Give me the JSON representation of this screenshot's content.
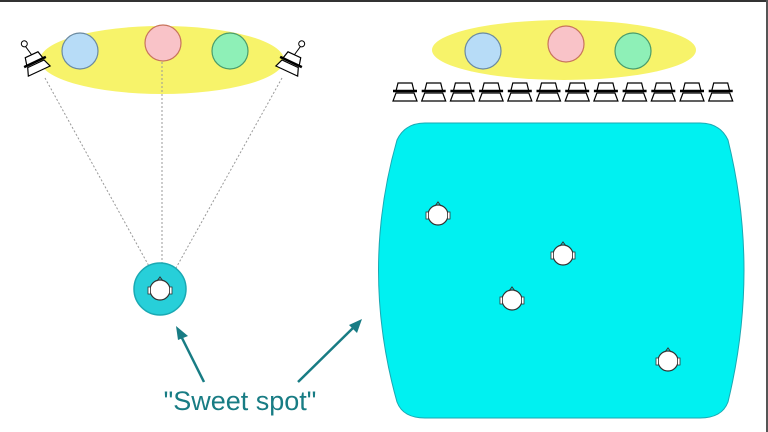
{
  "caption": "\"Sweet spot\"",
  "colors": {
    "ellipse": "#f7f36a",
    "blue_source": "#b7dcf7",
    "pink_source": "#f9c3c8",
    "green_source": "#8ef0b7",
    "room": "#00f1f1",
    "sweet_spot": "#27cfd9",
    "text": "#187c84"
  },
  "left_panel": {
    "speaker_count": 2,
    "listener_count": 1
  },
  "right_panel": {
    "speaker_count": 12,
    "listener_count": 4
  }
}
